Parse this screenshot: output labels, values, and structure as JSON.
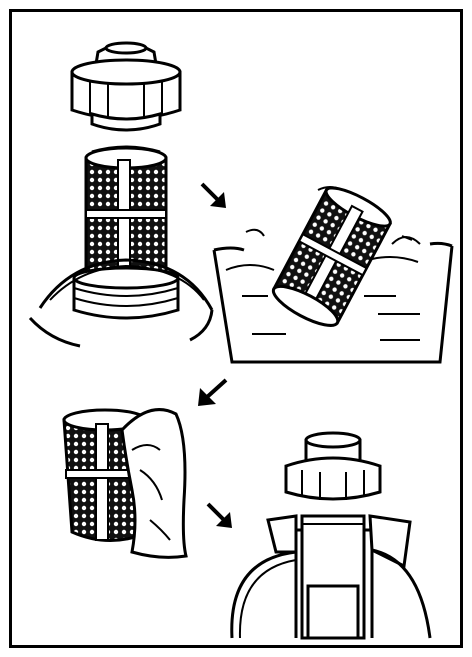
{
  "diagram": {
    "steps": [
      {
        "step": 1,
        "depicts": "cap-removed-strainer-lifted"
      },
      {
        "step": 2,
        "depicts": "strainer-washed-in-basin"
      },
      {
        "step": 3,
        "depicts": "strainer-wiped-with-cloth"
      },
      {
        "step": 4,
        "depicts": "strainer-reinstalled-cap-replaced"
      }
    ],
    "icons": [
      "arrow-down-right-icon",
      "arrow-down-left-icon",
      "arrow-down-right-icon"
    ],
    "colors": {
      "ink": "#000000",
      "paper": "#ffffff"
    }
  }
}
